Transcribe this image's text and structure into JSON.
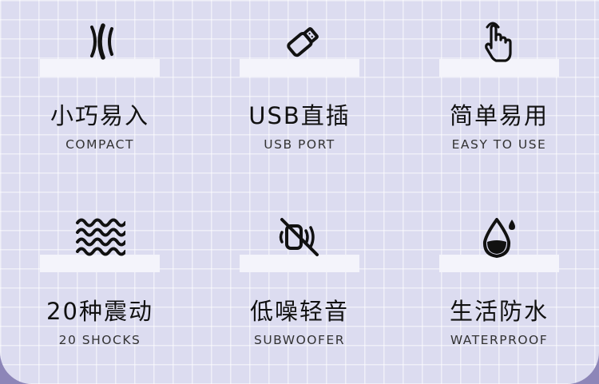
{
  "features": [
    {
      "title": "小巧易入",
      "subtitle": "COMPACT",
      "icon": "vibration-icon"
    },
    {
      "title": "USB直插",
      "subtitle": "USB PORT",
      "icon": "usb-icon"
    },
    {
      "title": "简单易用",
      "subtitle": "EASY TO USE",
      "icon": "hand-tap-icon"
    },
    {
      "title": "20种震动",
      "subtitle": "20 SHOCKS",
      "icon": "waves-icon"
    },
    {
      "title": "低噪轻音",
      "subtitle": "SUBWOOFER",
      "icon": "mute-icon"
    },
    {
      "title": "生活防水",
      "subtitle": "WATERPROOF",
      "icon": "water-drop-icon"
    }
  ],
  "colors": {
    "panel": "#dcdcf0",
    "background": "#8d86b8",
    "text": "#111111"
  }
}
